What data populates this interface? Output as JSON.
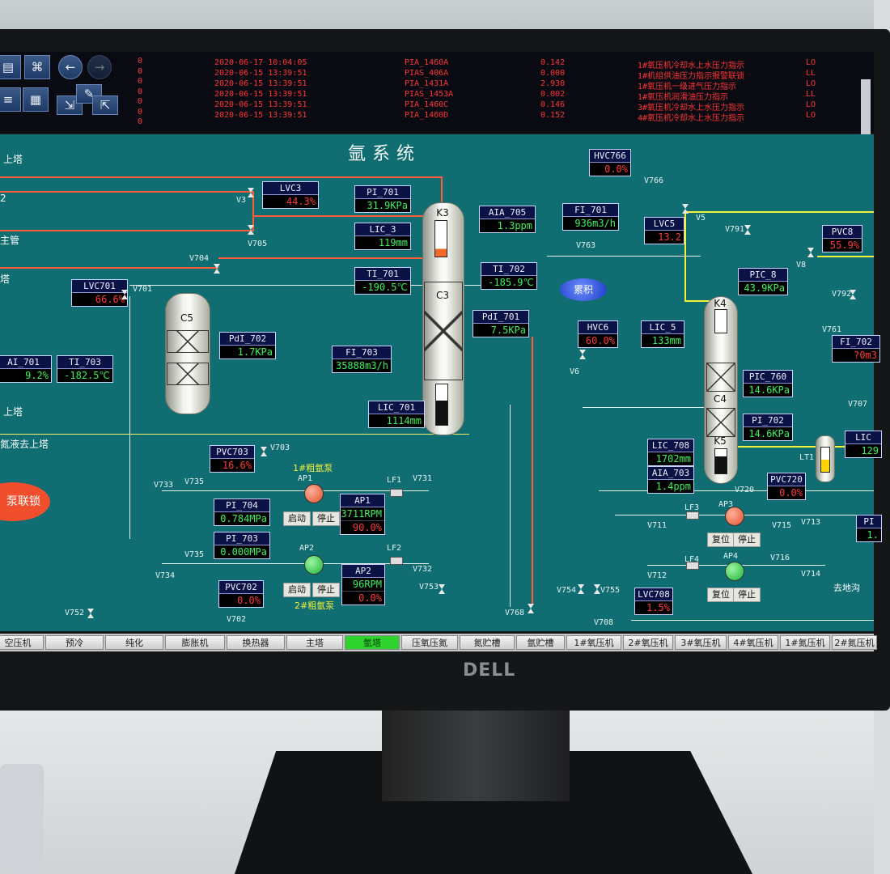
{
  "toolbar": {
    "icons": [
      "document-icon",
      "binoculars-icon",
      "back-arrow-icon",
      "forward-arrow-icon",
      "list-icon",
      "table-icon",
      "export-icon",
      "edit-icon",
      "import-icon"
    ]
  },
  "alarm_counts": [
    "0",
    "0",
    "0",
    "0",
    "0",
    "0",
    "0"
  ],
  "alarms": [
    {
      "time": "2020-06-17 10:04:05",
      "tag": "PIA_1460A",
      "value": "0.142",
      "desc": "1#氧压机冷却水上水压力指示",
      "level": "LO"
    },
    {
      "time": "2020-06-15 13:39:51",
      "tag": "PIAS_406A",
      "value": "0.000",
      "desc": "1#机组供油压力指示报警联锁",
      "level": "LL"
    },
    {
      "time": "2020-06-15 13:39:51",
      "tag": "PIA_1431A",
      "value": "2.930",
      "desc": "1#氧压机一级进气压力指示",
      "level": "LO"
    },
    {
      "time": "2020-06-15 13:39:51",
      "tag": "PIAS_1453A",
      "value": "0.002",
      "desc": "1#氧压机润滑油压力指示",
      "level": "LL"
    },
    {
      "time": "2020-06-15 13:39:51",
      "tag": "PIA_1460C",
      "value": "0.146",
      "desc": "3#氧压机冷却水上水压力指示",
      "level": "LO"
    },
    {
      "time": "2020-06-15 13:39:51",
      "tag": "PIA_1460D",
      "value": "0.152",
      "desc": "4#氧压机冷却水上水压力指示",
      "level": "LO"
    }
  ],
  "screen": {
    "title": "氩系统",
    "left_labels": {
      "l1": "上塔",
      "l2": "2",
      "l3": "主管",
      "l4": "塔",
      "l5": "上塔",
      "l6": "氮液去上塔"
    },
    "vessels": {
      "c5": "C5",
      "k3": "K3",
      "c3": "C3",
      "k4": "K4",
      "c4": "C4",
      "k5": "K5",
      "lt1": "LT1"
    },
    "oval_blue": "累积",
    "oval_red": "泵联锁",
    "tags": {
      "lvc3": {
        "name": "LVC3",
        "value": "44.3%"
      },
      "pi_701": {
        "name": "PI_701",
        "value": "31.9KPa"
      },
      "lic_3": {
        "name": "LIC_3",
        "value": "119mm"
      },
      "ti_701": {
        "name": "TI_701",
        "value": "-190.5℃"
      },
      "aia_705": {
        "name": "AIA_705",
        "value": "1.3ppm"
      },
      "fi_701": {
        "name": "FI_701",
        "value": "936m3/h"
      },
      "ti_702": {
        "name": "TI_702",
        "value": "-185.9℃"
      },
      "pdi_701": {
        "name": "PdI_701",
        "value": "7.5KPa"
      },
      "lic_701": {
        "name": "LIC_701",
        "value": "1114mm"
      },
      "lvc701": {
        "name": "LVC701",
        "value": "66.6%"
      },
      "pdi_702": {
        "name": "PdI_702",
        "value": "1.7KPa"
      },
      "fi_703": {
        "name": "FI_703",
        "value": "35888m3/h"
      },
      "ai_701": {
        "name": "AI_701",
        "value": "9.2%"
      },
      "ti_703": {
        "name": "TI_703",
        "value": "-182.5℃"
      },
      "pvc703": {
        "name": "PVC703",
        "value": "16.6%"
      },
      "pi_704": {
        "name": "PI_704",
        "value": "0.784MPa"
      },
      "pi_703": {
        "name": "PI_703",
        "value": "0.000MPa"
      },
      "pvc702": {
        "name": "PVC702",
        "value": "0.0%"
      },
      "ap1": {
        "name": "AP1",
        "value": "3711RPM",
        "value2": "90.0%"
      },
      "ap2": {
        "name": "AP2",
        "value": "96RPM",
        "value2": "0.0%"
      },
      "hvc766": {
        "name": "HVC766",
        "value": "0.0%"
      },
      "lvc5": {
        "name": "LVC5",
        "value": "13.2"
      },
      "pvc8": {
        "name": "PVC8",
        "value": "55.9%"
      },
      "pic_8": {
        "name": "PIC_8",
        "value": "43.9KPa"
      },
      "hvc6": {
        "name": "HVC6",
        "value": "60.0%"
      },
      "lic_5": {
        "name": "LIC_5",
        "value": "133mm"
      },
      "fi_702": {
        "name": "FI_702",
        "value": "?0m3"
      },
      "pic_760": {
        "name": "PIC_760",
        "value": "14.6KPa"
      },
      "pi_702": {
        "name": "PI_702",
        "value": "14.6KPa"
      },
      "lic_708": {
        "name": "LIC_708",
        "value": "1702mm"
      },
      "aia_703": {
        "name": "AIA_703",
        "value": "1.4ppm"
      },
      "pvc720": {
        "name": "PVC720",
        "value": "0.0%"
      },
      "lic_r": {
        "name": "LIC",
        "value": "129"
      },
      "lvc708": {
        "name": "LVC708",
        "value": "1.5%"
      },
      "pi_r": {
        "name": "PI",
        "value": "1."
      }
    },
    "valves": [
      "V3",
      "V705",
      "V704",
      "V701",
      "V703",
      "V733",
      "V735",
      "V731",
      "V734",
      "V735",
      "V732",
      "V753",
      "V702",
      "V752",
      "V766",
      "V5",
      "V763",
      "V791",
      "V8",
      "V792",
      "V6",
      "V761",
      "V707",
      "V720",
      "V711",
      "V715",
      "V713",
      "V712",
      "V716",
      "V714",
      "V754",
      "V755",
      "V708",
      "V768"
    ],
    "filters": [
      "LF1",
      "LF2",
      "LF3",
      "LF4"
    ],
    "pumps": {
      "ap1_label": "AP1",
      "ap2_label": "AP2",
      "ap3_label": "AP3",
      "ap4_label": "AP4",
      "pump1_title": "1#粗氩泵",
      "pump2_title": "2#粗氩泵",
      "start": "启动",
      "stop": "停止",
      "reset": "复位"
    },
    "drain": "去地沟"
  },
  "tabs": [
    "空压机",
    "预冷",
    "纯化",
    "膨胀机",
    "换热器",
    "主塔",
    "氩塔",
    "压氧压氮",
    "氮贮槽",
    "氩贮槽",
    "1#氧压机",
    "2#氧压机",
    "3#氧压机",
    "4#氧压机",
    "1#氮压机",
    "2#氮压机"
  ],
  "active_tab": "氩塔",
  "monitor_brand": "DELL"
}
